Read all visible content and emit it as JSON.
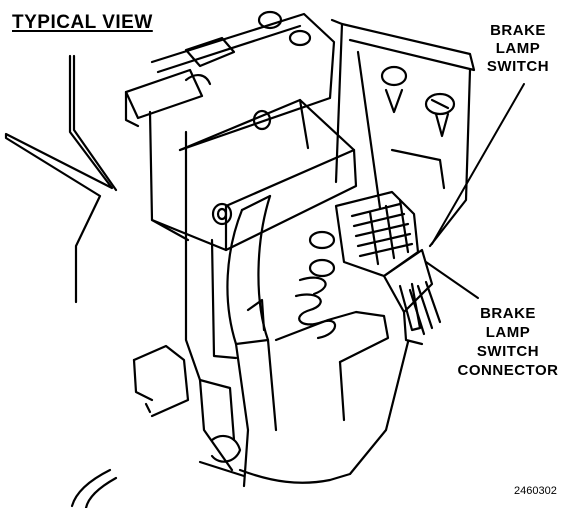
{
  "header": {
    "title": "TYPICAL VIEW"
  },
  "callouts": {
    "brake_lamp_switch": "BRAKE\nLAMP\nSWITCH",
    "brake_lamp_switch_connector": "BRAKE\nLAMP\nSWITCH\nCONNECTOR"
  },
  "figure_number": "2460302",
  "colors": {
    "ink": "#000000",
    "paper": "#ffffff"
  }
}
